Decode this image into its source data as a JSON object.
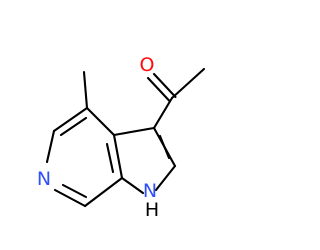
{
  "molecule": {
    "colors": {
      "bond": "#000000",
      "oxygen": "#ff0d0d",
      "nitrogen": "#3050f8",
      "nitrogen_h": "#000000"
    },
    "atoms": {
      "oxygen": {
        "label": "O"
      },
      "pyridine_n": {
        "label": "N"
      },
      "pyrrole_n": {
        "label": "N",
        "h_label": "H"
      }
    }
  }
}
